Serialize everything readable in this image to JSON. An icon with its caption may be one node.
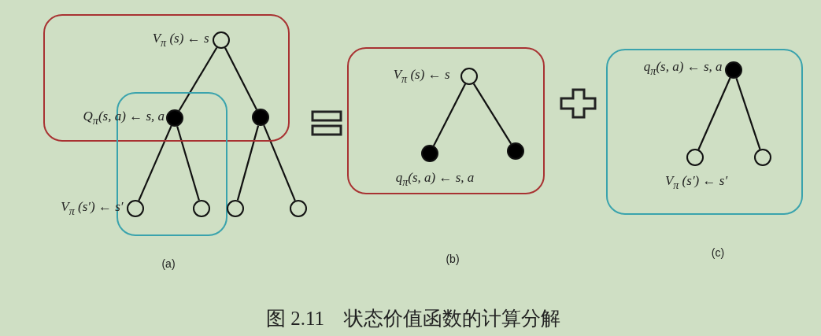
{
  "diagram": {
    "caption": "图 2.11　状态价值函数的计算分解",
    "nodes": [
      {
        "text": [],
        "shape": "box"
      },
      {
        "text": [],
        "shape": "circle",
        "in": 0,
        "beside": [
          "V$_{π}$ (s) ← s"
        ]
      },
      {
        "text": [],
        "shape": "box"
      },
      {
        "text": [],
        "shape": "dot",
        "beside": [
          "Q$_{π}$(s, a) ← s, a"
        ]
      },
      {
        "text": [],
        "shape": "dot",
        "in": 0
      },
      {
        "text": [],
        "shape": "circle",
        "in": 2,
        "beside": [
          "V$_{π}$ (s′) ← s′"
        ]
      },
      {
        "text": [],
        "shape": "circle",
        "in": 2
      },
      {
        "text": [],
        "shape": "circle"
      },
      {
        "text": [],
        "shape": "circle"
      },
      {
        "text": [],
        "shape": "box"
      },
      {
        "text": [],
        "shape": "circle",
        "in": 9,
        "beside": [
          "V$_{π}$ (s) ← s"
        ]
      },
      {
        "text": [],
        "shape": "dot",
        "in": 9,
        "beside": [
          "q$_{π}$(s, a) ← s, a"
        ]
      },
      {
        "text": [],
        "shape": "dot",
        "in": 9
      },
      {
        "text": [],
        "shape": "box"
      },
      {
        "text": [],
        "shape": "dot",
        "in": 13,
        "beside": [
          "q$_{π}$(s, a) ← s, a"
        ]
      },
      {
        "text": [],
        "shape": "circle",
        "in": 13,
        "beside": [
          "V$_{π}$ (s′) ← s′"
        ]
      },
      {
        "text": [],
        "shape": "circle",
        "in": 13
      }
    ],
    "edges": [
      {
        "from": 1,
        "to": 3,
        "arrow": "none"
      },
      {
        "from": 1,
        "to": 4,
        "arrow": "none"
      },
      {
        "from": 3,
        "to": 5,
        "arrow": "none"
      },
      {
        "from": 3,
        "to": 6,
        "arrow": "none"
      },
      {
        "from": 4,
        "to": 7,
        "arrow": "none"
      },
      {
        "from": 4,
        "to": 8,
        "arrow": "none"
      },
      {
        "from": 10,
        "to": 11,
        "arrow": "none"
      },
      {
        "from": 10,
        "to": 12,
        "arrow": "none"
      },
      {
        "from": 14,
        "to": 15,
        "arrow": "none"
      },
      {
        "from": 14,
        "to": 16,
        "arrow": "none"
      }
    ],
    "labels": [
      "(a)",
      "(b)",
      "(c)"
    ]
  }
}
